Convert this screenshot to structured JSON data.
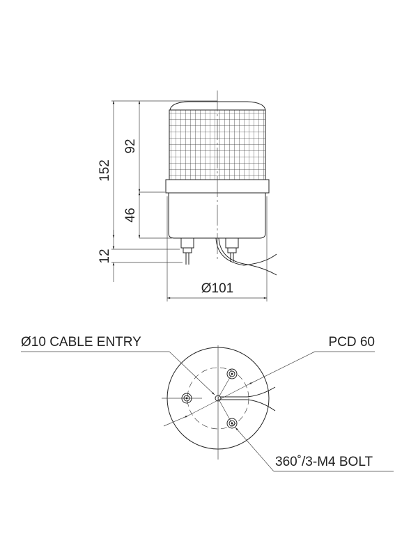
{
  "side_view": {
    "dims": {
      "overall_height": "152",
      "lens_height": "92",
      "base_height": "46",
      "terminal_length": "12",
      "diameter": "Ø101"
    }
  },
  "bottom_view": {
    "labels": {
      "cable_entry": "Ø10 CABLE ENTRY",
      "pcd": "PCD 60",
      "bolt": "360˚/3-M4 BOLT"
    }
  },
  "colors": {
    "line": "#222222",
    "background": "#ffffff"
  }
}
